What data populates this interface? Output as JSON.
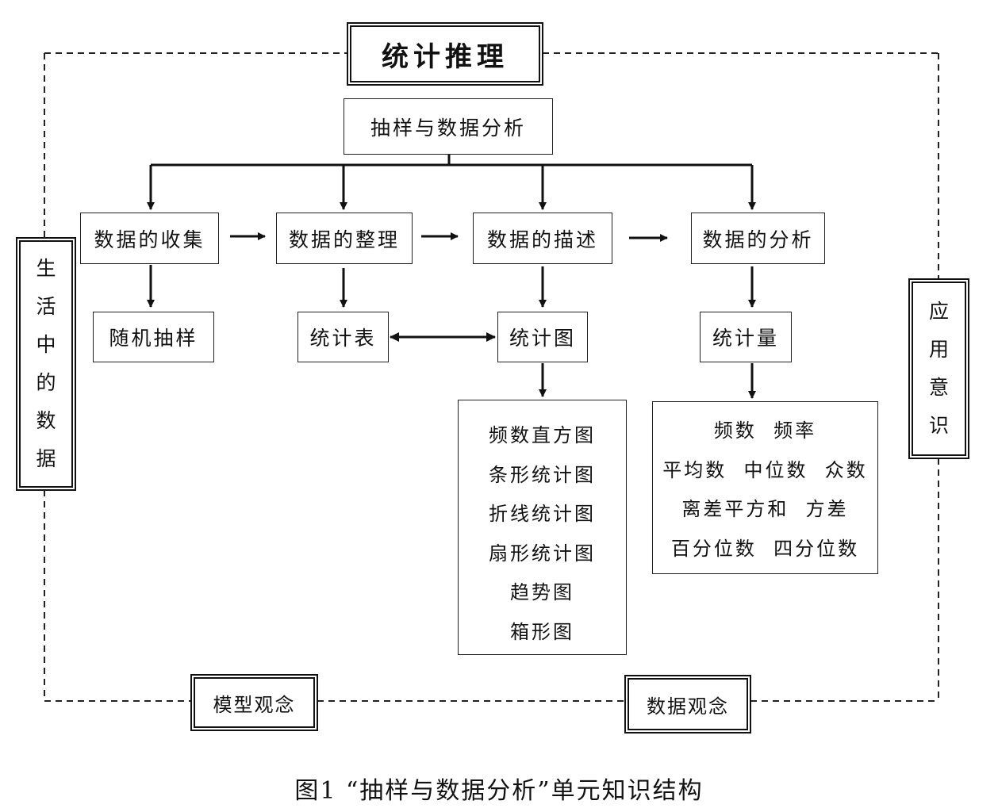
{
  "title": "统计推理",
  "root": "抽样与数据分析",
  "stages": [
    "数据的收集",
    "数据的整理",
    "数据的描述",
    "数据的分析"
  ],
  "sub_nodes": [
    "随机抽样",
    "统计表",
    "统计图",
    "统计量"
  ],
  "chart_types": [
    "频数直方图",
    "条形统计图",
    "折线统计图",
    "扇形统计图",
    "趋势图",
    "箱形图"
  ],
  "statistics": [
    "频数  频率",
    "平均数  中位数  众数",
    "离差平方和  方差",
    "百分位数  四分位数"
  ],
  "left_label": [
    "生",
    "活",
    "中",
    "的",
    "数",
    "据"
  ],
  "right_label": [
    "应",
    "用",
    "意",
    "识"
  ],
  "bottom_labels": [
    "模型观念",
    "数据观念"
  ],
  "caption": "图1 “抽样与数据分析”单元知识结构"
}
